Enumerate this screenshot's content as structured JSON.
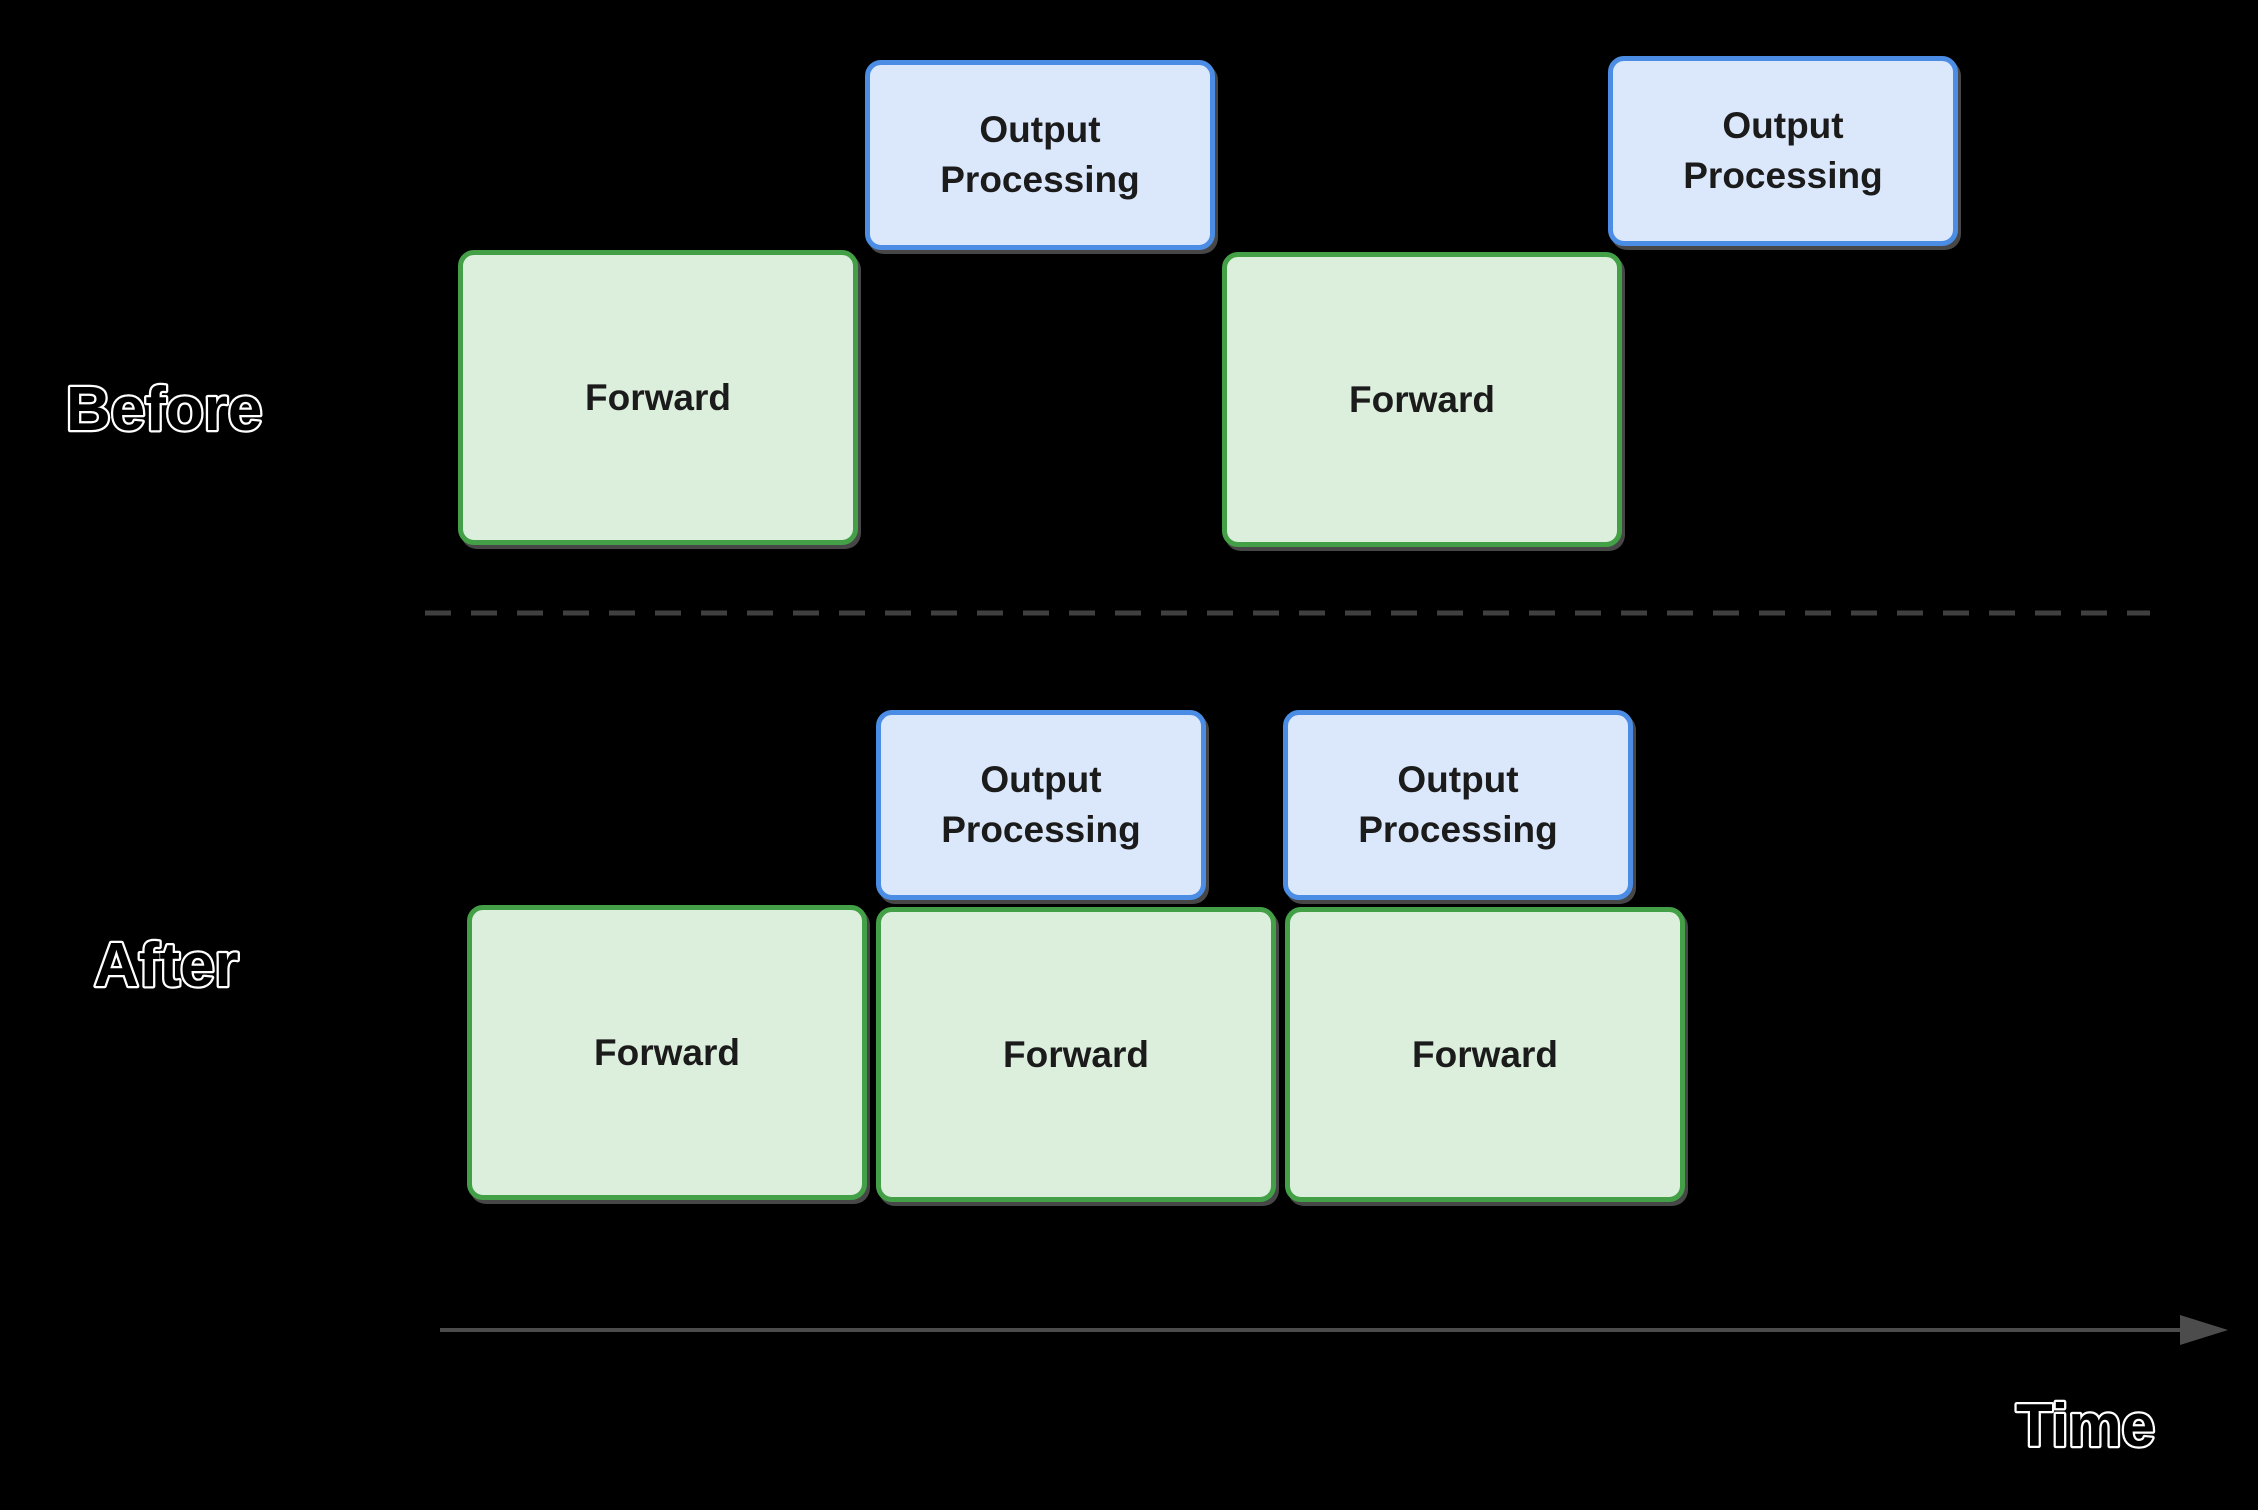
{
  "colors": {
    "background": "#000000",
    "forward_fill": "#dcefdc",
    "forward_border": "#43a047",
    "output_fill": "#dbe8fc",
    "output_border": "#4b8de4",
    "box_text": "#1b1b1b",
    "label_text_fill": "#000000",
    "label_text_outline": "#ffffff",
    "divider_line": "#3f3f3f",
    "arrow_line": "#4c4c4c"
  },
  "before": {
    "label": "Before",
    "boxes": [
      {
        "kind": "forward",
        "text": "Forward"
      },
      {
        "kind": "output",
        "text": "Output\nProcessing"
      },
      {
        "kind": "forward",
        "text": "Forward"
      },
      {
        "kind": "output",
        "text": "Output\nProcessing"
      }
    ]
  },
  "after": {
    "label": "After",
    "boxes": [
      {
        "kind": "forward",
        "text": "Forward"
      },
      {
        "kind": "forward",
        "text": "Forward"
      },
      {
        "kind": "forward",
        "text": "Forward"
      },
      {
        "kind": "output",
        "text": "Output\nProcessing"
      },
      {
        "kind": "output",
        "text": "Output\nProcessing"
      }
    ]
  },
  "time_axis": {
    "label": "Time"
  }
}
